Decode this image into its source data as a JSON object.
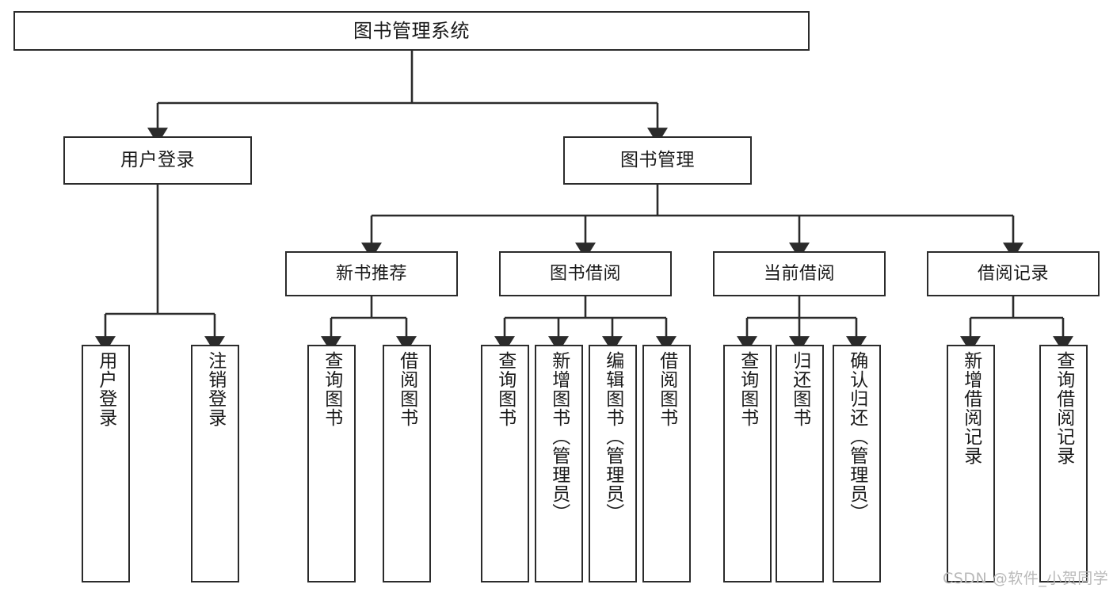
{
  "diagram": {
    "title": "图书管理系统",
    "type": "tree-hierarchy",
    "stroke_color": "#2b2b2b",
    "fill_color": "#ffffff",
    "background_color": "#ffffff"
  },
  "nodes": {
    "root": {
      "label": "图书管理系统"
    },
    "level1": [
      {
        "label": "用户登录"
      },
      {
        "label": "图书管理"
      }
    ],
    "level2": [
      {
        "label": "新书推荐"
      },
      {
        "label": "图书借阅"
      },
      {
        "label": "当前借阅"
      },
      {
        "label": "借阅记录"
      }
    ],
    "leaves": {
      "user_login": [
        {
          "label": "用户登录"
        },
        {
          "label": "注销登录"
        }
      ],
      "new_book_recommend": [
        {
          "label": "查询图书"
        },
        {
          "label": "借阅图书"
        }
      ],
      "book_borrow": [
        {
          "label": "查询图书"
        },
        {
          "label": "新增图书（管理员）"
        },
        {
          "label": "编辑图书（管理员）"
        },
        {
          "label": "借阅图书"
        }
      ],
      "current_borrow": [
        {
          "label": "查询图书"
        },
        {
          "label": "归还图书"
        },
        {
          "label": "确认归还（管理员）"
        }
      ],
      "borrow_record": [
        {
          "label": "新增借阅记录"
        },
        {
          "label": "查询借阅记录"
        }
      ]
    }
  },
  "watermark": {
    "text": "CSDN @软件_小贺同学"
  }
}
